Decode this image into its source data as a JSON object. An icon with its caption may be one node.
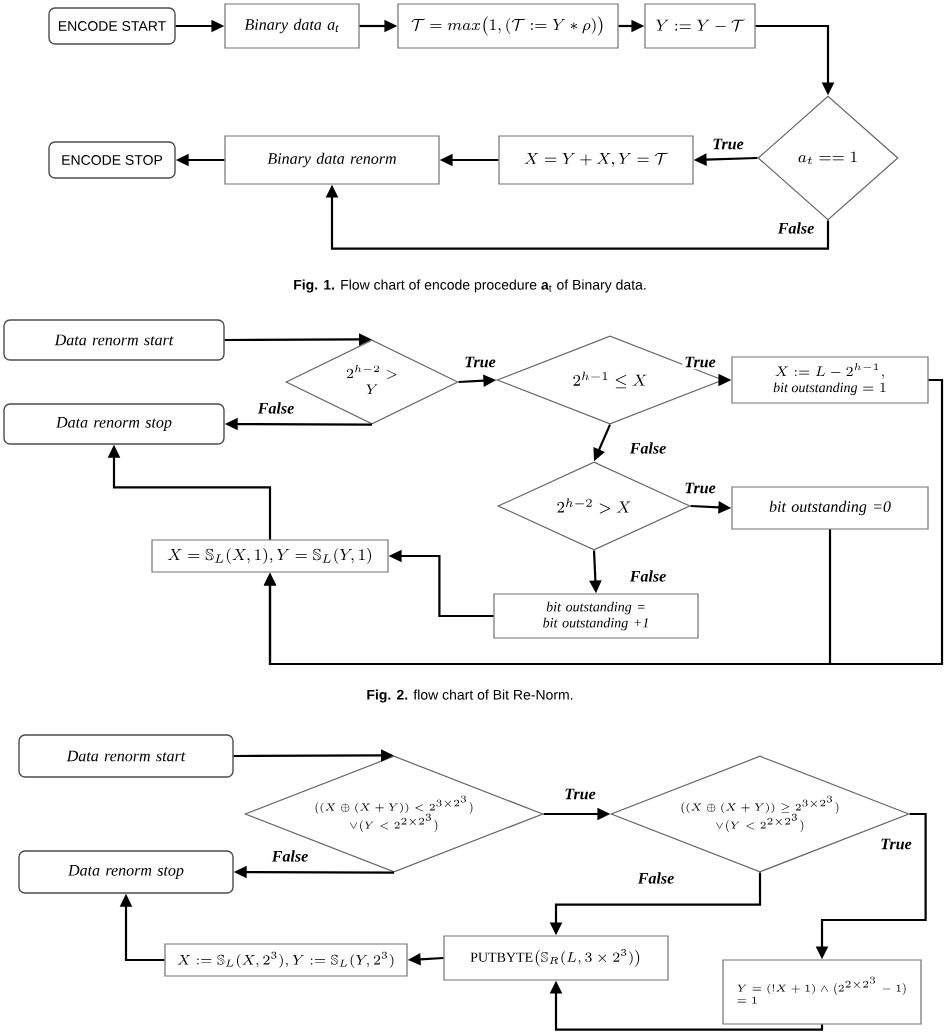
{
  "diagram": {
    "nodes": [
      {
        "text": [
          "ENCODE START"
        ]
      },
      {
        "text": [
          "Binary data a$_{t}$"
        ]
      },
      {
        "text": [
          "\\mathcal{T} = max\\big(1, (\\mathcal{T} := Y * \\rho)\\big)"
        ]
      },
      {
        "text": [
          "Y := Y - \\mathcal{T}"
        ]
      },
      {
        "text": [
          "a_t == 1"
        ]
      },
      {
        "text": [
          "X = Y + X, Y = \\mathcal{T}"
        ]
      },
      {
        "text": [
          "Binary data renorm"
        ]
      },
      {
        "text": [
          "ENCODE STOP"
        ]
      },
      {
        "text": [
          "Data renorm start"
        ]
      },
      {
        "text": [
          "\\begin{array}{c}2^{h-2} >\\\\ Y\\end{array}"
        ]
      },
      {
        "text": [
          "2^{h-1} \\leq X"
        ]
      },
      {
        "text": [
          "\\begin{array}{c}X := L - 2^{h-1},\\\\ \\mathit{bit\\ outstanding} = 1\\end{array}"
        ]
      },
      {
        "text": [
          "Data renorm stop"
        ]
      },
      {
        "text": [
          "2^{h-2} > X"
        ]
      },
      {
        "text": [
          "bit outstanding =0"
        ]
      },
      {
        "text": [
          "X = \\mathbb{S}_L(X,1), Y = \\mathbb{S}_L(Y,1)"
        ]
      },
      {
        "text": [
          "bit outstanding = bit outstanding +1"
        ]
      },
      {
        "text": [
          "Data renorm start"
        ]
      },
      {
        "text": [
          "\\begin{array}{c}\\big((X \\oplus (X+Y)) < 2^{3\\times 2^3}\\big)\\\\ \\vee \\big(Y < 2^{2\\times 2^3}\\big)\\end{array}"
        ]
      },
      {
        "text": [
          "\\begin{array}{c}\\big((X \\oplus (X+Y)) \\geq 2^{3\\times 2^3}\\big)\\\\ \\vee \\big(Y < 2^{2\\times 2^3}\\big)\\end{array}"
        ]
      },
      {
        "text": [
          "Data renorm stop"
        ]
      },
      {
        "text": [
          "X := \\mathbb{S}_L(X, 2^3), Y := \\mathbb{S}_L(Y, 2^3)"
        ]
      },
      {
        "text": [
          "\\mathrm{PUTBYTE}\\big(\\mathbb{S}_R(L, 3\\times 2^3)\\big)"
        ]
      },
      {
        "text": [
          "\\begin{array}{l}Y = (!X + 1) \\wedge \\big(2^{2\\times 2^3} - 1\\big)\\\\ = 1\\end{array}"
        ]
      }
    ],
    "edges": [
      {
        "from": 0,
        "to": 1,
        "arrow": "to"
      },
      {
        "from": 1,
        "to": 2,
        "arrow": "to"
      },
      {
        "from": 2,
        "to": 3,
        "arrow": "to"
      },
      {
        "from": 3,
        "to": 4,
        "arrow": "to"
      },
      {
        "from": 4,
        "to": 5,
        "arrow": "to",
        "label": "True"
      },
      {
        "from": 5,
        "to": 6,
        "arrow": "to"
      },
      {
        "from": 4,
        "to": 6,
        "arrow": "to",
        "label": "False"
      },
      {
        "from": 6,
        "to": 7,
        "arrow": "to"
      },
      {
        "from": 8,
        "to": 9,
        "arrow": "to"
      },
      {
        "from": 9,
        "to": 10,
        "arrow": "to",
        "label": "True"
      },
      {
        "from": 9,
        "to": 12,
        "arrow": "to",
        "label": "False"
      },
      {
        "from": 10,
        "to": 11,
        "arrow": "to",
        "label": "True"
      },
      {
        "from": 10,
        "to": 13,
        "arrow": "to",
        "label": "False"
      },
      {
        "from": 13,
        "to": 14,
        "arrow": "to",
        "label": "True"
      },
      {
        "from": 13,
        "to": 16,
        "arrow": "to",
        "label": "False"
      },
      {
        "from": 16,
        "to": 15,
        "arrow": "to"
      },
      {
        "from": 15,
        "to": 12,
        "arrow": "to"
      },
      {
        "from": 11,
        "to": 15,
        "arrow": "to"
      },
      {
        "from": 14,
        "to": 15,
        "arrow": "to"
      },
      {
        "from": 17,
        "to": 18,
        "arrow": "to"
      },
      {
        "from": 18,
        "to": 19,
        "arrow": "to",
        "label": "True"
      },
      {
        "from": 18,
        "to": 20,
        "arrow": "to",
        "label": "False"
      },
      {
        "from": 19,
        "to": 22,
        "arrow": "to",
        "label": "False"
      },
      {
        "from": 19,
        "to": 23,
        "arrow": "to",
        "label": "True"
      },
      {
        "from": 23,
        "to": 22,
        "arrow": "to"
      },
      {
        "from": 22,
        "to": 21,
        "arrow": "to"
      },
      {
        "from": 21,
        "to": 20,
        "arrow": "to"
      }
    ],
    "labels": [
      "**Fig. 1.** Flow chart of encode procedure **a**$_{t}$ of Binary data.",
      "**Fig. 2.** flow chart of Bit Re-Norm."
    ]
  }
}
